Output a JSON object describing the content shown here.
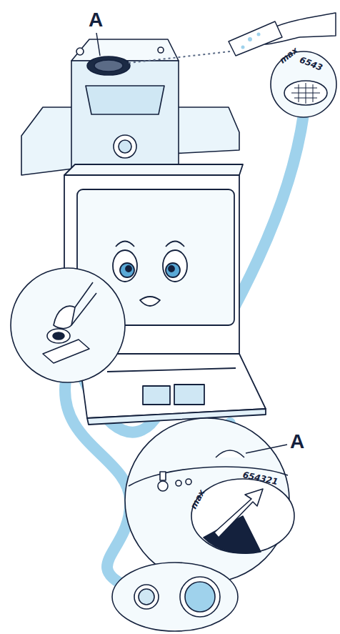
{
  "diagram": {
    "labels": [
      "A",
      "max",
      "6543",
      "A",
      "max",
      "654321"
    ]
  }
}
